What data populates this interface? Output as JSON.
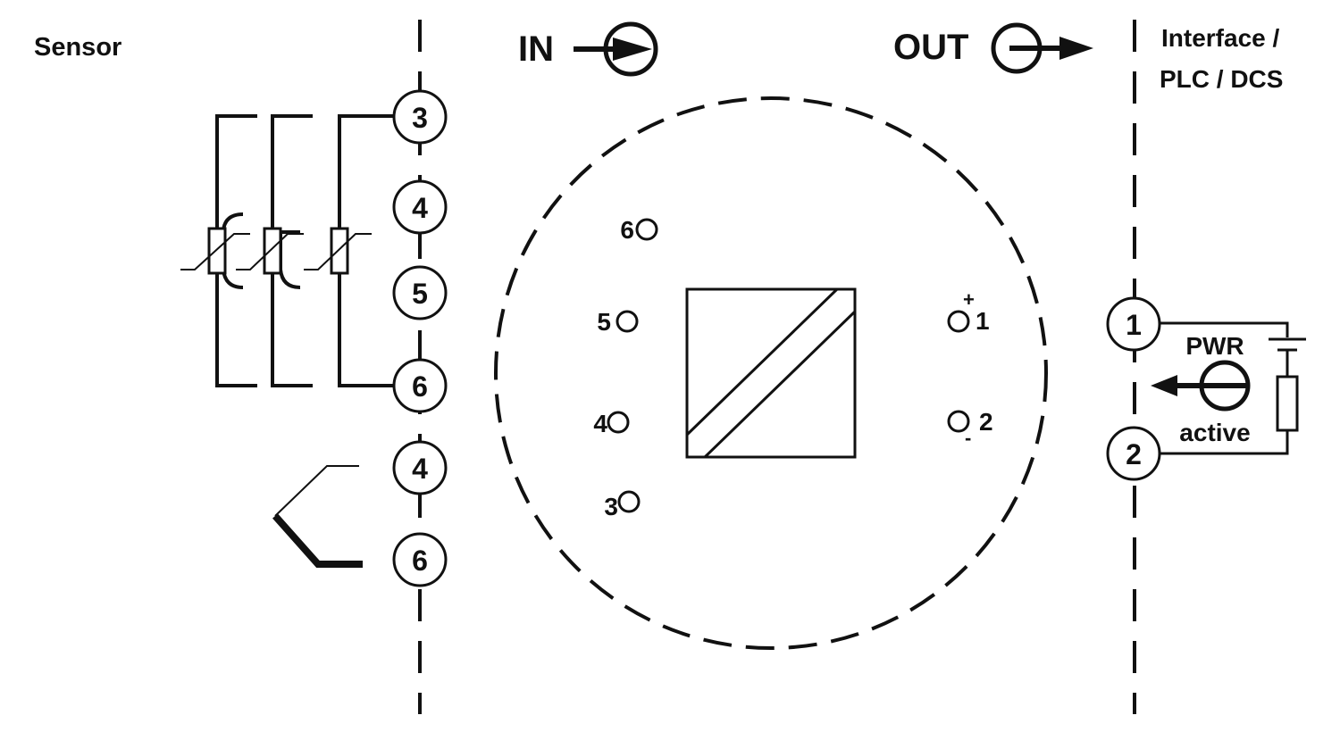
{
  "header": {
    "sensor": "Sensor",
    "in": "IN",
    "out": "OUT",
    "interface_line1": "Interface /",
    "interface_line2": "PLC / DCS"
  },
  "input_terminals": [
    "3",
    "4",
    "5",
    "6"
  ],
  "thermocouple_terminals": [
    "4",
    "6"
  ],
  "output_terminals": [
    "1",
    "2"
  ],
  "internal_inputs": [
    "6",
    "5",
    "4",
    "3"
  ],
  "internal_outputs": [
    "1",
    "2"
  ],
  "polarity": {
    "plus": "+",
    "minus": "-"
  },
  "supply": {
    "line1": "PWR",
    "line2": "active"
  },
  "colors": {
    "ink": "#111111",
    "background": "#ffffff"
  }
}
